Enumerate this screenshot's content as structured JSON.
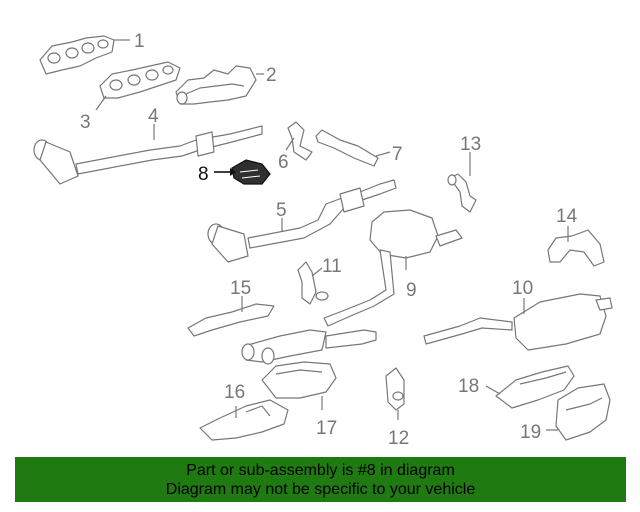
{
  "callouts": {
    "n1": "1",
    "n2": "2",
    "n3": "3",
    "n4": "4",
    "n5": "5",
    "n6": "6",
    "n7": "7",
    "n8": "8",
    "n9": "9",
    "n10": "10",
    "n11": "11",
    "n12": "12",
    "n13": "13",
    "n14": "14",
    "n15": "15",
    "n16": "16",
    "n17": "17",
    "n18": "18",
    "n19": "19"
  },
  "highlighted_part": "8",
  "banner": {
    "line1": "Part or sub-assembly is #8 in diagram",
    "line2": "Diagram may not be specific to your vehicle"
  },
  "colors": {
    "banner_bg": "#1f7a12",
    "line_art": "#777777",
    "highlight": "#111111"
  }
}
